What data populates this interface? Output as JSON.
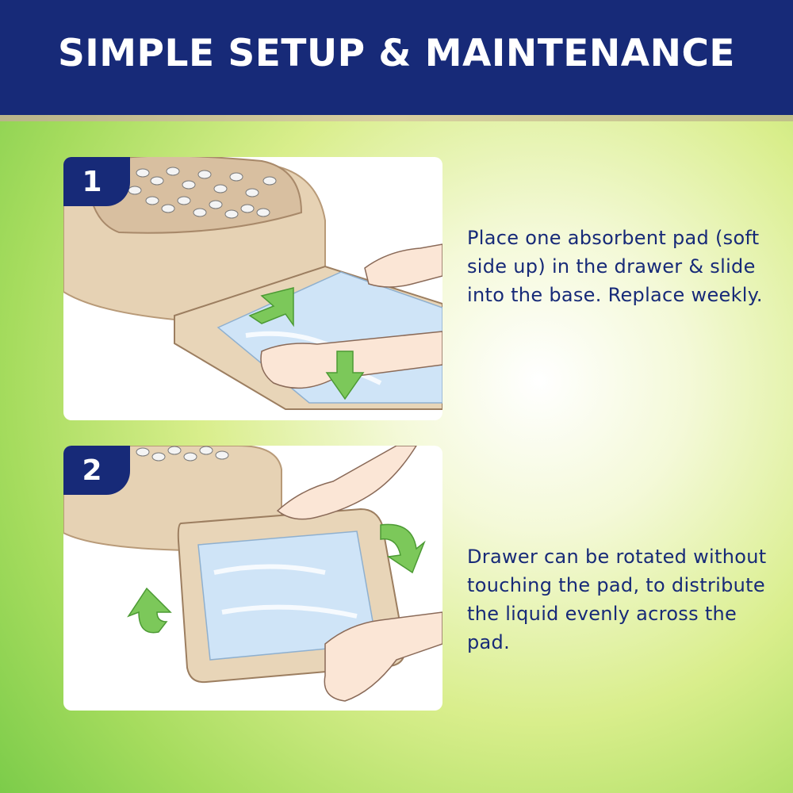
{
  "header": {
    "title": "SIMPLE SETUP & MAINTENANCE"
  },
  "steps": [
    {
      "number": "1",
      "text": "Place one absorbent pad (soft side up) in the drawer & slide into the base. Replace weekly."
    },
    {
      "number": "2",
      "text": "Drawer can be rotated without touching the pad, to distribute the liquid evenly across the pad."
    }
  ],
  "colors": {
    "navy": "#172a78",
    "arrow_green": "#7cc85a",
    "tray_beige": "#e8d5b8"
  }
}
